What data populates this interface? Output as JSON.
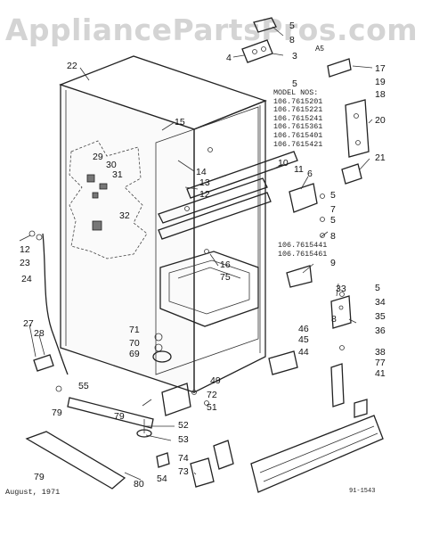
{
  "watermark": "AppliancePartsPros.com",
  "models_block_1": {
    "heading": "MODEL NOS:",
    "numbers": [
      "106.7615201",
      "106.7615221",
      "106.7615241",
      "106.7615361",
      "106.7615401",
      "106.7615421"
    ]
  },
  "models_block_2": {
    "numbers": [
      "106.7615441",
      "106.7615461"
    ]
  },
  "date_note": "August, 1971",
  "figure_code": "91-1543",
  "callouts": [
    "22",
    "15",
    "5",
    "8",
    "3",
    "A5",
    "4",
    "5",
    "17",
    "19",
    "18",
    "20",
    "21",
    "10",
    "11",
    "6",
    "5",
    "7",
    "5",
    "8",
    "9",
    "14",
    "13",
    "12",
    "29",
    "30",
    "31",
    "32",
    "12",
    "23",
    "24",
    "16",
    "75",
    "33",
    "5",
    "34",
    "35",
    "36",
    "8",
    "46",
    "45",
    "44",
    "38",
    "77",
    "41",
    "71",
    "70",
    "69",
    "27",
    "28",
    "55",
    "79",
    "79",
    "52",
    "53",
    "74",
    "73",
    "54",
    "80",
    "79",
    "72",
    "51",
    "49"
  ]
}
